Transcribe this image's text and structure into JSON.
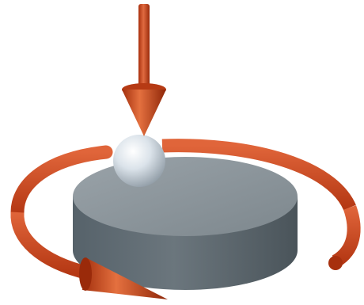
{
  "scene": {
    "objects": [
      "vertical-load-arrow",
      "ball-indenter",
      "disk-specimen",
      "rotation-arrow"
    ]
  },
  "colors": {
    "arrow": "#c8401c",
    "arrow_dark": "#8f2608",
    "arrow_light": "#e2683e",
    "disk_top": "#8a949a",
    "disk_side": "#5f6a71",
    "disk_side_dark": "#4a5358",
    "ball": "#dfe6ec",
    "ball_shade": "#8e9aa4",
    "background": "#ffffff"
  }
}
